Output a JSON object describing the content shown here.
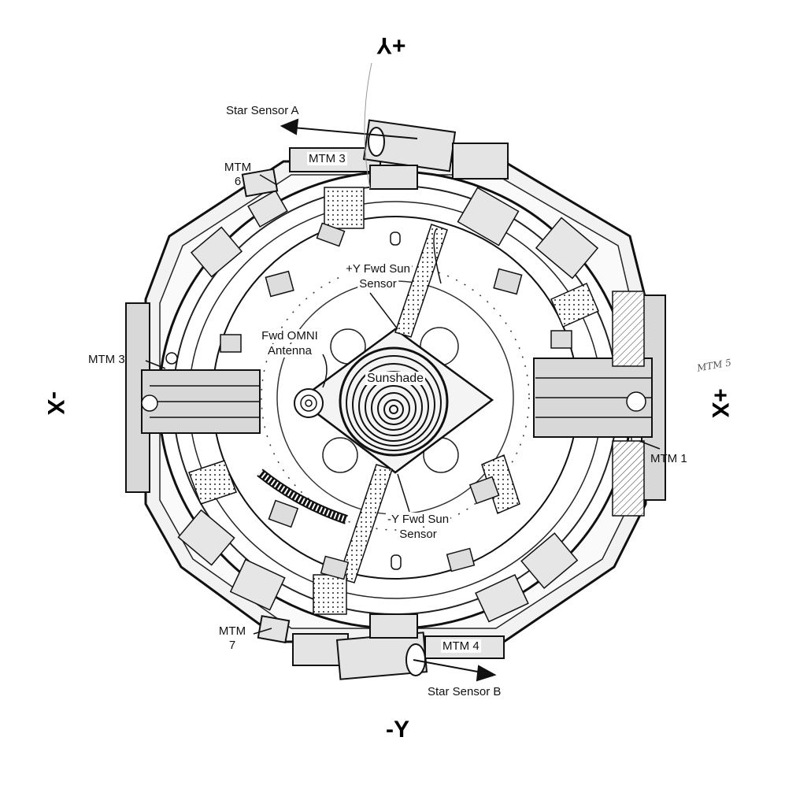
{
  "axes": {
    "plus_y": "+Y",
    "minus_y": "-Y",
    "plus_x": "+X",
    "minus_x": "-X"
  },
  "labels": {
    "star_sensor_a": "Star Sensor A",
    "star_sensor_b": "Star Sensor B",
    "mtm3_top": "MTM 3",
    "mtm6_line1": "MTM",
    "mtm6_line2": "6",
    "mtm3_left": "MTM 3",
    "mtm1": "MTM 1",
    "mtm4": "MTM 4",
    "mtm7_line1": "MTM",
    "mtm7_line2": "7",
    "plus_y_sun_line1": "+Y Fwd Sun",
    "plus_y_sun_line2": "Sensor",
    "minus_y_sun_line1": "-Y Fwd Sun",
    "minus_y_sun_line2": "Sensor",
    "omni_line1": "Fwd OMNI",
    "omni_line2": "Antenna",
    "sunshade": "Sunshade",
    "handwritten_note": "MTM 5"
  }
}
